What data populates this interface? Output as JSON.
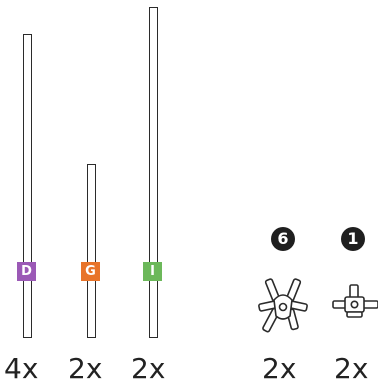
{
  "rods": [
    {
      "label": "D",
      "color": "#9b59b6",
      "quantity": "4x"
    },
    {
      "label": "G",
      "color": "#e8742a",
      "quantity": "2x"
    },
    {
      "label": "I",
      "color": "#6cb85a",
      "quantity": "2x"
    }
  ],
  "connectors": [
    {
      "number": "6",
      "quantity": "2x",
      "icon": "six-way-connector-icon"
    },
    {
      "number": "1",
      "quantity": "2x",
      "icon": "two-way-connector-icon"
    }
  ]
}
